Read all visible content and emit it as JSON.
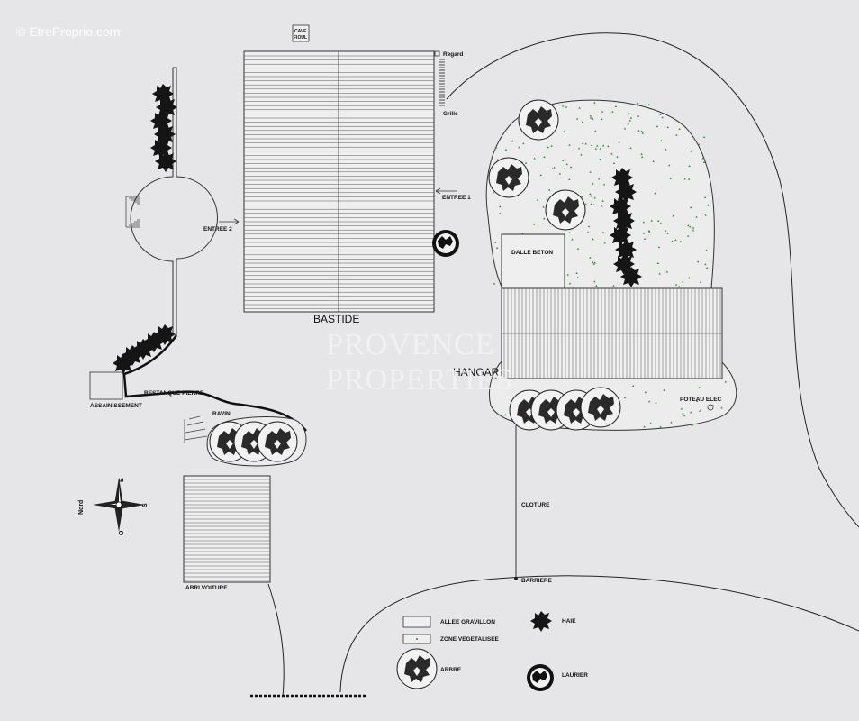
{
  "watermark": {
    "source": "© EtreProprio.com",
    "line1": "PROVENCE",
    "line2": "PROPERTIES"
  },
  "buildings": {
    "bastide": "BASTIDE",
    "hangar": "HANGAR",
    "dalle_beton": "DALLE BETON",
    "abri_voiture": "ABRI VOITURE",
    "cave_line1": "CAVE",
    "cave_line2": "FIOUL"
  },
  "labels": {
    "regard": "Regard",
    "grille": "Grille",
    "entree_1": "ENTREE 1",
    "entree_2": "ENTREE 2",
    "restanque": "RESTANQUE PIERRE",
    "assainissement": "ASSAINISSEMENT",
    "ravin": "RAVIN",
    "poteau": "POTEAU ELEC",
    "cloture": "CLOTURE",
    "barriere": "BARRIERE"
  },
  "compass": {
    "north": "Nord",
    "south": "S",
    "east": "E",
    "west": "O"
  },
  "legend": {
    "allee": "ALLEE GRAVILLON",
    "zone": "ZONE VEGETALISEE",
    "arbre": "ARBRE",
    "haie": "HAIE",
    "laurier": "LAURIER"
  }
}
